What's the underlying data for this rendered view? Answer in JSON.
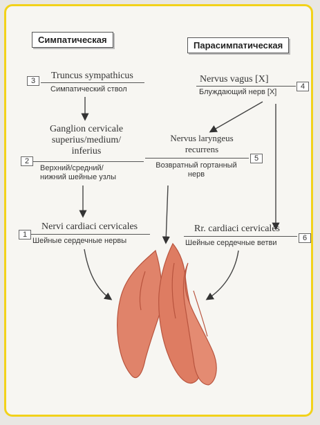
{
  "headers": {
    "sympathetic": "Симпатическая",
    "parasympathetic": "Парасимпатическая"
  },
  "nodes": [
    {
      "number": "3",
      "latin": "Truncus sympathicus",
      "russian": "Симпатический ствол"
    },
    {
      "number": "2",
      "latin_lines": [
        "Ganglion cervicale",
        "superius/medium/",
        "inferius"
      ],
      "russian_lines": [
        "Верхний/средний/",
        "нижний шейные узлы"
      ]
    },
    {
      "number": "1",
      "latin": "Nervi cardiaci cervicales",
      "russian": "Шейные сердечные нервы"
    },
    {
      "number": "4",
      "latin": "Nervus vagus [X]",
      "russian": "Блуждающий нерв [X]"
    },
    {
      "number": "5",
      "latin_lines": [
        "Nervus laryngeus",
        "recurrens"
      ],
      "russian_lines": [
        "Возвратный гортанный",
        "нерв"
      ]
    },
    {
      "number": "6",
      "latin": "Rr. cardiaci cervicales",
      "russian": "Шейные сердечные ветви"
    }
  ],
  "colors": {
    "border": "#f2d21a",
    "heart": "#e0836a",
    "heart_dark": "#b8543e"
  }
}
